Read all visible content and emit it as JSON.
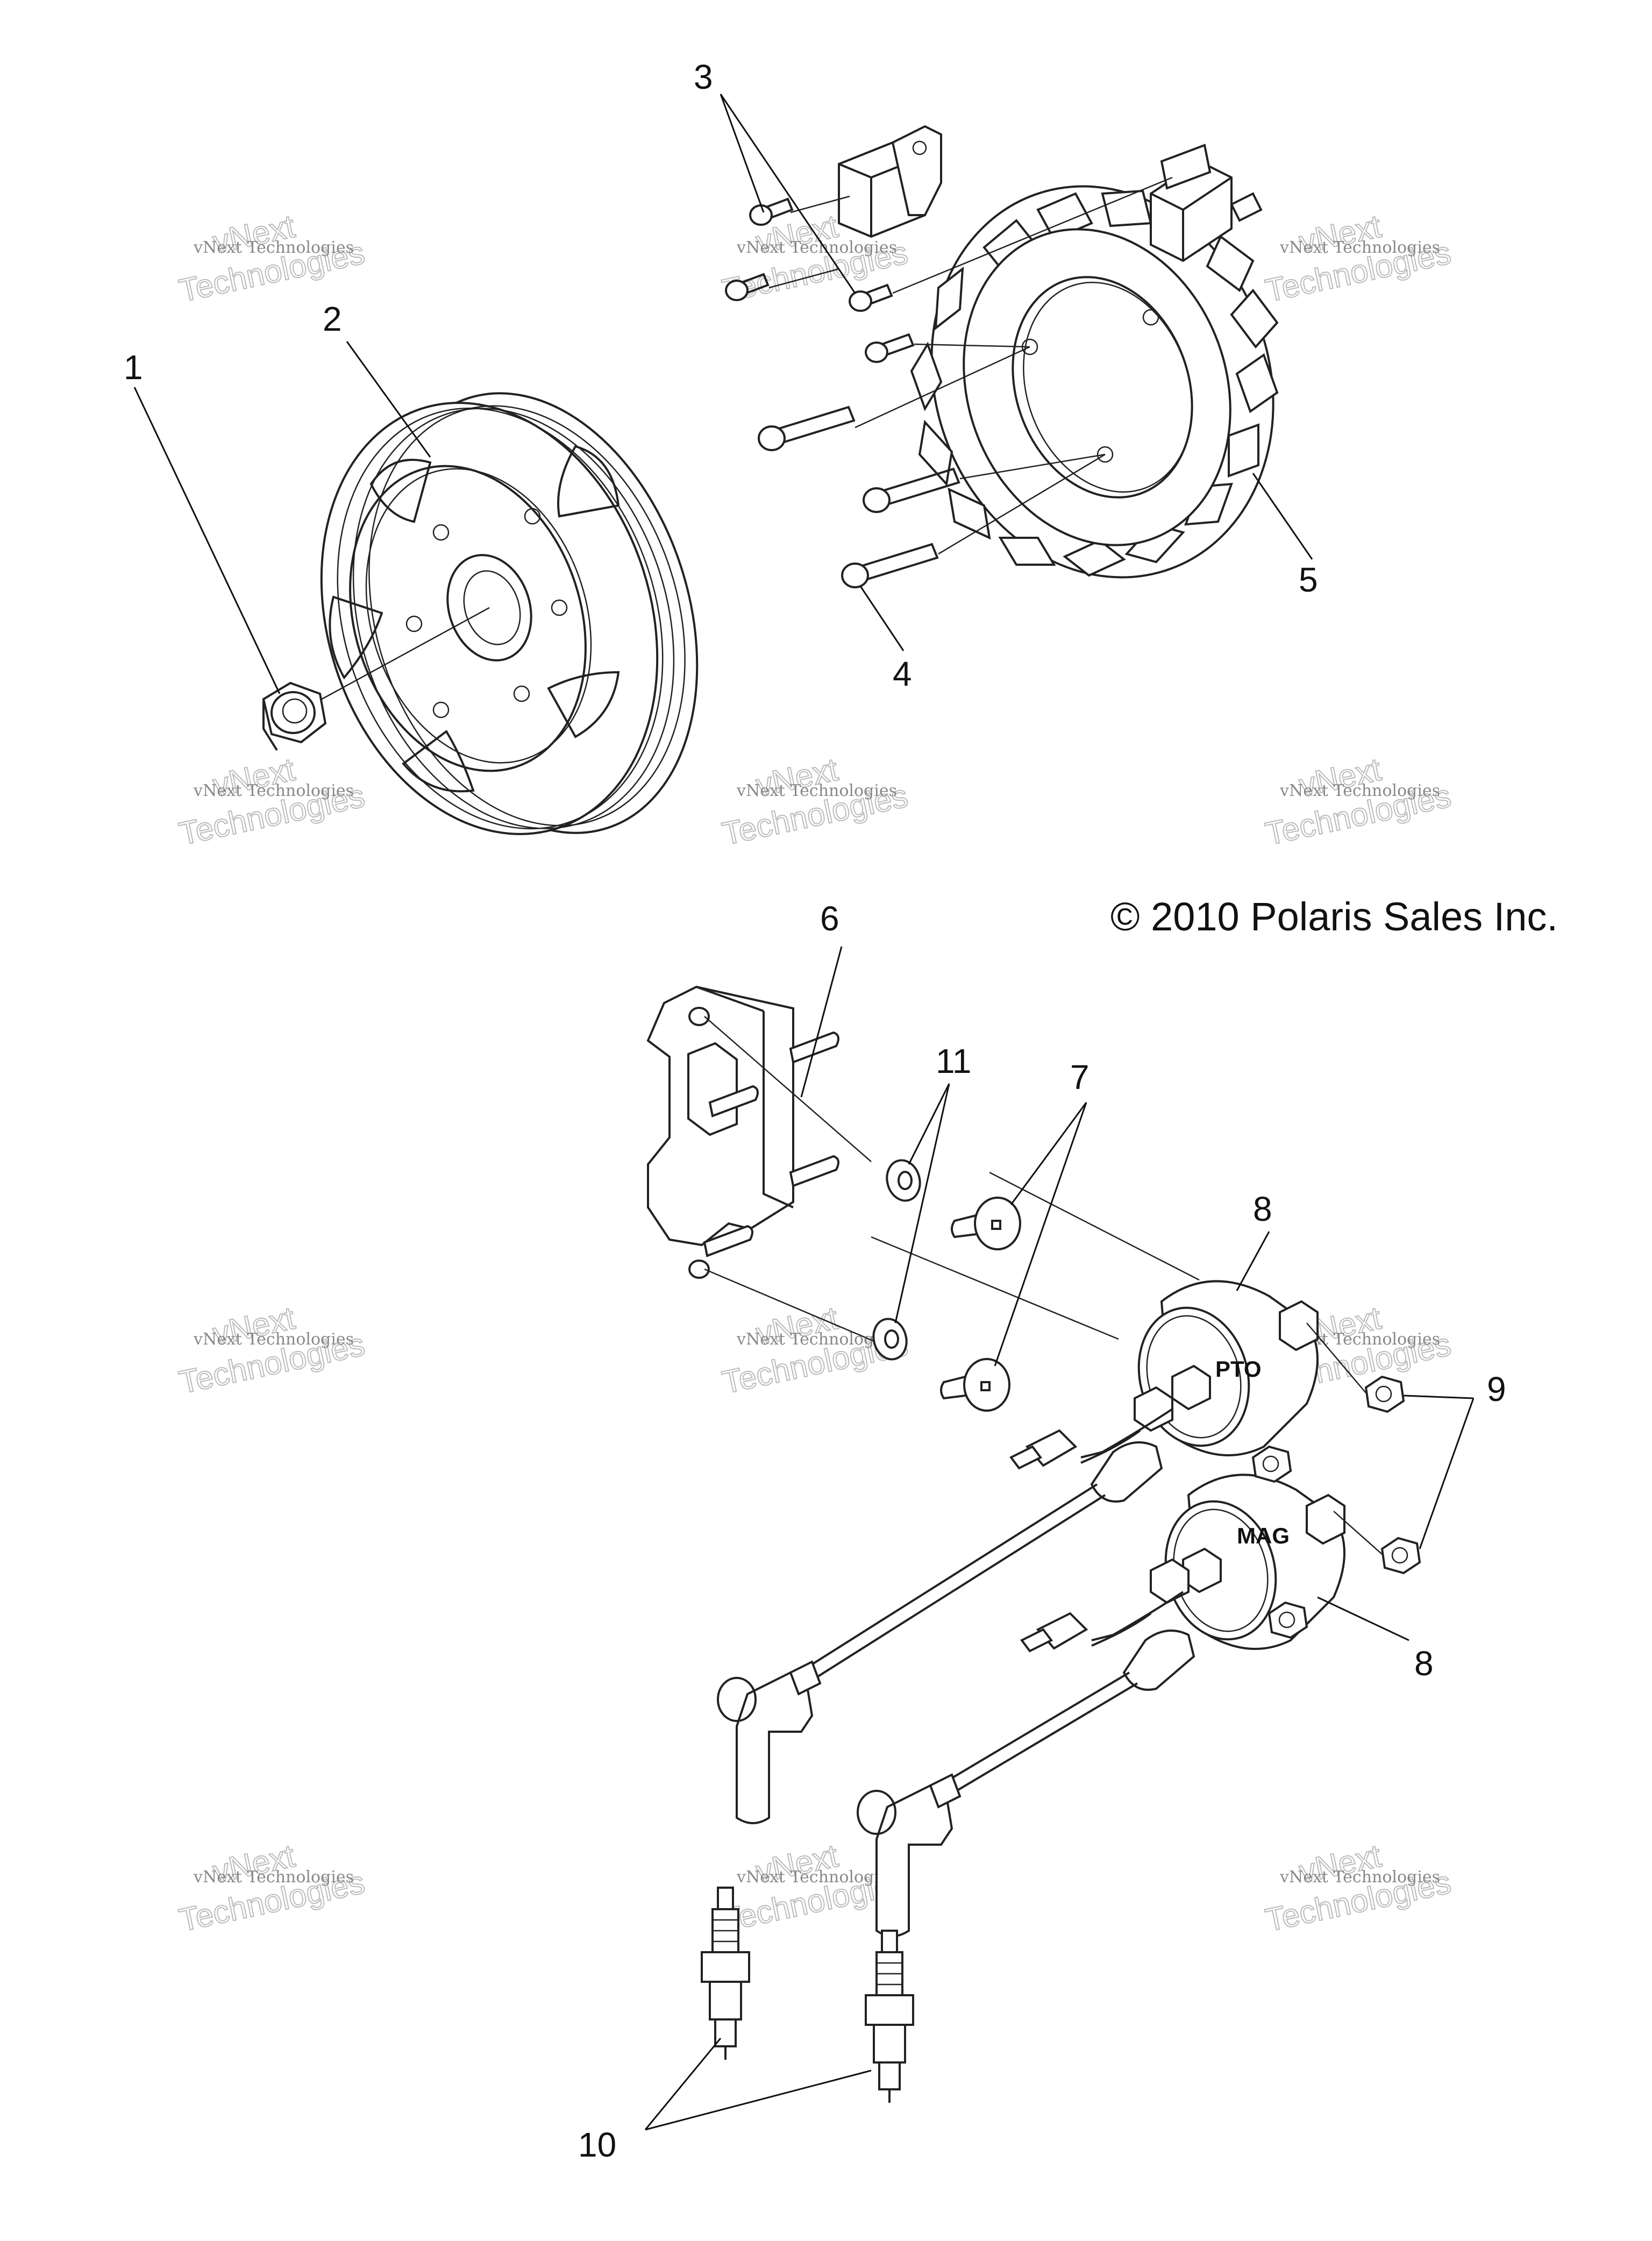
{
  "copyright": "© 2010 Polaris Sales Inc.",
  "watermark": {
    "line1": "vNext Technologies",
    "line2": "vNext\nTechnologies"
  },
  "coil_labels": {
    "pto": "PTO",
    "mag": "MAG"
  },
  "callouts": [
    {
      "id": "1",
      "text": "1"
    },
    {
      "id": "2",
      "text": "2"
    },
    {
      "id": "3",
      "text": "3"
    },
    {
      "id": "4",
      "text": "4"
    },
    {
      "id": "5",
      "text": "5"
    },
    {
      "id": "6",
      "text": "6"
    },
    {
      "id": "7",
      "text": "7"
    },
    {
      "id": "8a",
      "text": "8"
    },
    {
      "id": "8b",
      "text": "8"
    },
    {
      "id": "9",
      "text": "9"
    },
    {
      "id": "10",
      "text": "10"
    },
    {
      "id": "11",
      "text": "11"
    }
  ]
}
